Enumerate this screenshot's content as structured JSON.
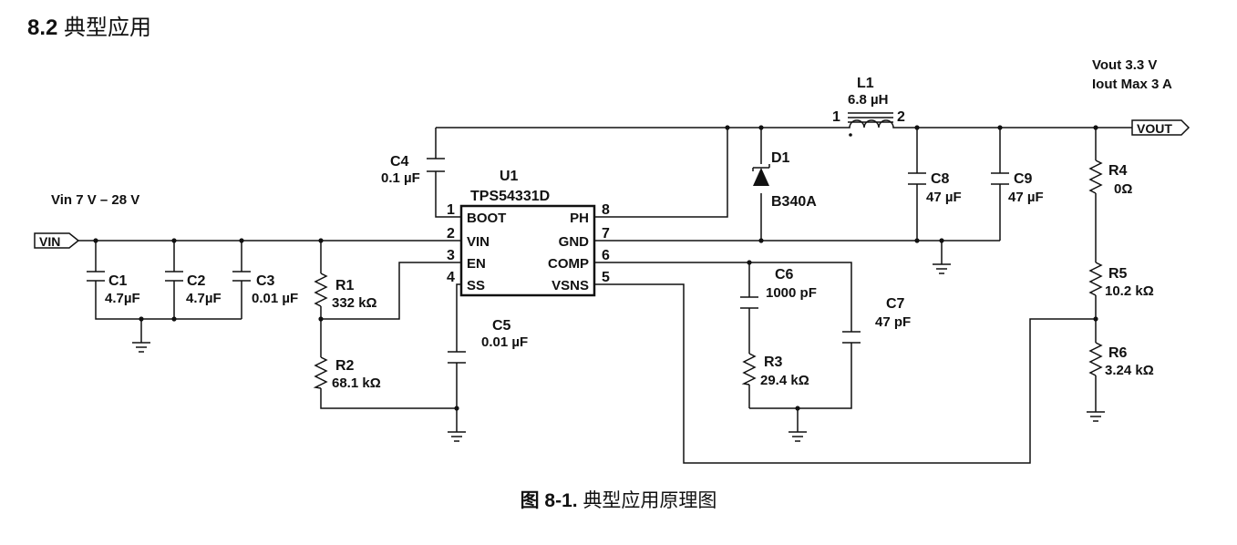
{
  "section": {
    "number": "8.2",
    "title": "典型应用"
  },
  "figure": {
    "number": "图 8-1.",
    "title": "典型应用原理图"
  },
  "ports": {
    "vin": "VIN",
    "vout": "VOUT"
  },
  "input_spec": "Vin  7 V – 28 V",
  "output_spec": {
    "line1": "Vout 3.3 V",
    "line2": "Iout Max 3 A"
  },
  "ic": {
    "ref": "U1",
    "part": "TPS54331D",
    "pins": [
      {
        "num": "1",
        "name": "BOOT"
      },
      {
        "num": "2",
        "name": "VIN"
      },
      {
        "num": "3",
        "name": "EN"
      },
      {
        "num": "4",
        "name": "SS"
      },
      {
        "num": "8",
        "name": "PH"
      },
      {
        "num": "7",
        "name": "GND"
      },
      {
        "num": "6",
        "name": "COMP"
      },
      {
        "num": "5",
        "name": "VSNS"
      }
    ]
  },
  "inductor": {
    "ref": "L1",
    "value": "6.8 µH",
    "pin1": "1",
    "pin2": "2"
  },
  "diode": {
    "ref": "D1",
    "value": "B340A"
  },
  "components": [
    {
      "ref": "C1",
      "value": "4.7µF"
    },
    {
      "ref": "C2",
      "value": "4.7µF"
    },
    {
      "ref": "C3",
      "value": "0.01 µF"
    },
    {
      "ref": "C4",
      "value": "0.1 µF"
    },
    {
      "ref": "C5",
      "value": "0.01 µF"
    },
    {
      "ref": "C6",
      "value": "1000 pF"
    },
    {
      "ref": "C7",
      "value": "47 pF"
    },
    {
      "ref": "C8",
      "value": "47 µF"
    },
    {
      "ref": "C9",
      "value": "47 µF"
    },
    {
      "ref": "R1",
      "value": "332 kΩ"
    },
    {
      "ref": "R2",
      "value": "68.1 kΩ"
    },
    {
      "ref": "R3",
      "value": "29.4 kΩ"
    },
    {
      "ref": "R4",
      "value": "0Ω"
    },
    {
      "ref": "R5",
      "value": "10.2 kΩ"
    },
    {
      "ref": "R6",
      "value": "3.24 kΩ"
    }
  ]
}
